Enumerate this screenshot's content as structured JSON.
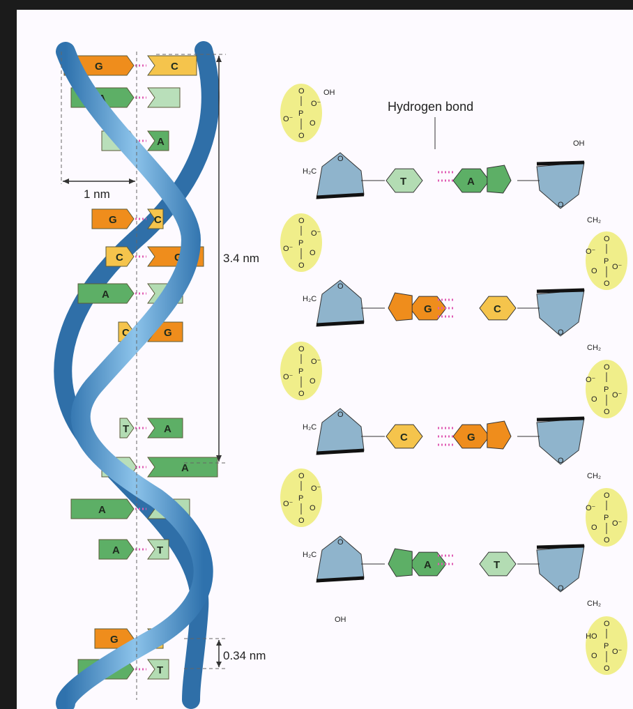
{
  "labels": {
    "width": "1 nm",
    "pitch": "3.4 nm",
    "rise": "0.34 nm",
    "hbond": "Hydrogen bond"
  },
  "helix_pairs": [
    {
      "left": "G",
      "right": "C"
    },
    {
      "left": "A",
      "right": ""
    },
    {
      "left": "",
      "right": "A"
    },
    {
      "left": "G",
      "right": "C"
    },
    {
      "left": "C",
      "right": "G"
    },
    {
      "left": "A",
      "right": "T"
    },
    {
      "left": "C",
      "right": "G"
    },
    {
      "left": "T",
      "right": "A"
    },
    {
      "left": "",
      "right": "A"
    },
    {
      "left": "A",
      "right": "T"
    },
    {
      "left": "A",
      "right": "T"
    },
    {
      "left": "G",
      "right": "C"
    },
    {
      "left": "A",
      "right": "T"
    }
  ],
  "ladder_rows": [
    {
      "left": "T",
      "right": "A"
    },
    {
      "left": "G",
      "right": "C"
    },
    {
      "left": "C",
      "right": "G"
    },
    {
      "left": "A",
      "right": "T"
    }
  ],
  "chem": {
    "O": "O",
    "Ominus": "O⁻",
    "P": "P",
    "OH": "OH",
    "HO": "HO",
    "H2C": "H₂C",
    "CH2": "CH₂"
  },
  "colors": {
    "G": "#ef8d1c",
    "C": "#f5c44c",
    "A": "#5daf66",
    "T": "#b3dcb3",
    "backbone": "#4f96cc",
    "sugar": "#8fb4cc",
    "phosphate": "#f0ee8a",
    "hbond": "#e05cb4"
  }
}
